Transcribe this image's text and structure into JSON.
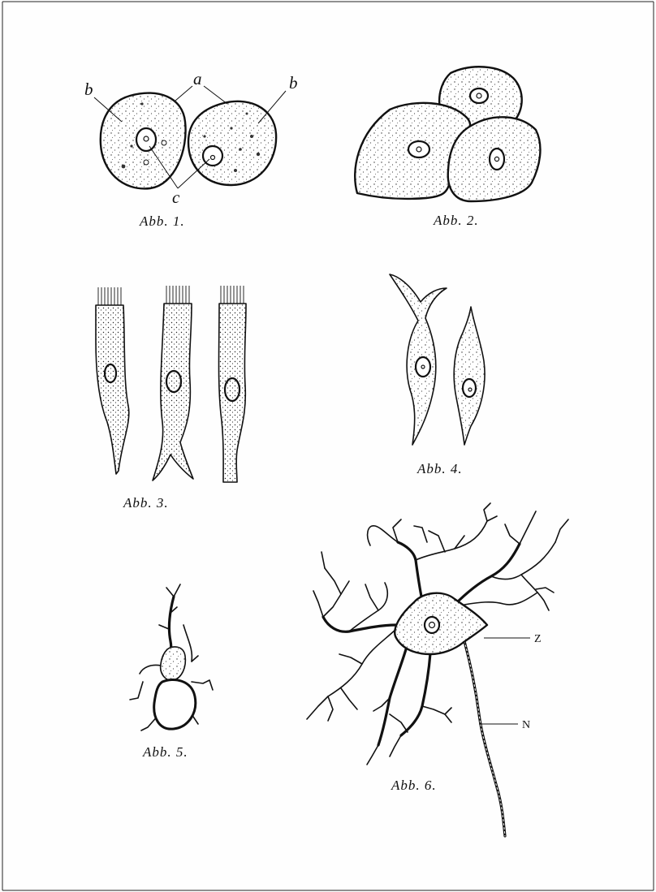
{
  "captions": {
    "fig1": "Abb. 1.",
    "fig2": "Abb. 2.",
    "fig3": "Abb. 3.",
    "fig4": "Abb. 4.",
    "fig5": "Abb. 5.",
    "fig6": "Abb. 6."
  },
  "labels": {
    "fig1_b_left": "b",
    "fig1_a": "a",
    "fig1_b_right": "b",
    "fig1_c": "c",
    "fig6_z": "Z",
    "fig6_n": "N"
  }
}
